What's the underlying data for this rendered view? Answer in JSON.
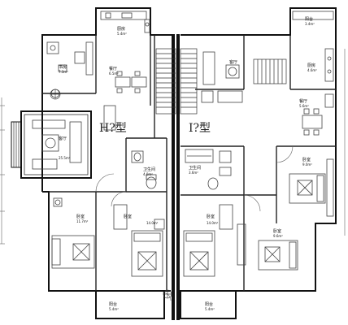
{
  "type_labels": {
    "h": "H?型",
    "i": "I?型"
  },
  "rooms": {
    "kitchen_h": {
      "name": "厨房",
      "area": "5.4m²"
    },
    "bedroom_h_top": {
      "name": "书房",
      "area": "7.3m²"
    },
    "dining_h": {
      "name": "餐厅",
      "area": "6.5m²"
    },
    "living_h": {
      "name": "客厅",
      "area": "25.5m²"
    },
    "bath_h": {
      "name": "卫生间",
      "area": "4.0m²"
    },
    "bedroom_h_left": {
      "name": "卧室",
      "area": "11.7m²"
    },
    "bedroom_h_mid": {
      "name": "卧室",
      "area": "14.0m²"
    },
    "balcony_h": {
      "name": "阳台",
      "area": "5.4m²"
    },
    "balcony_i_top": {
      "name": "阳台",
      "area": "3.4m²"
    },
    "living_i": {
      "name": "客厅",
      "area": ""
    },
    "kitchen_i": {
      "name": "厨房",
      "area": "4.6m²"
    },
    "dining_i": {
      "name": "餐厅",
      "area": "5.6m²"
    },
    "bath_i": {
      "name": "卫生间",
      "area": "3.6m²"
    },
    "bedroom_i_right": {
      "name": "卧室",
      "area": "9.0m²"
    },
    "bedroom_i_mid": {
      "name": "卧室",
      "area": "14.0m²"
    },
    "bedroom_i_low": {
      "name": "卧室",
      "area": "9.6m²"
    },
    "balcony_i_bottom": {
      "name": "阳台",
      "area": "5.4m²"
    }
  },
  "colors": {
    "wall": "#111111",
    "line": "#333333",
    "furniture": "#555555"
  }
}
